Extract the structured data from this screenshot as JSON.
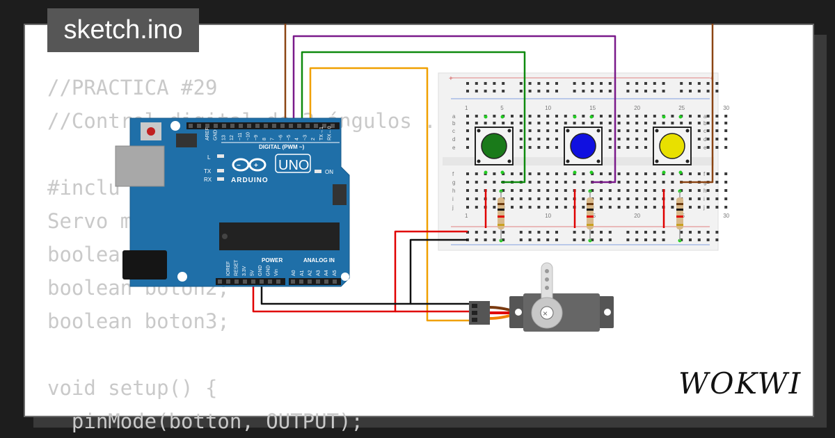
{
  "window": {
    "title": "sketch.ino",
    "brand": "WOKWI"
  },
  "code": {
    "lines": [
      "//PRACTICA #29",
      "//Control digital de 3 ángulos ... en servo",
      "",
      "#inclu",
      "Servo m",
      "boolea",
      "boolean boton2;",
      "boolean boton3;",
      "",
      "void setup() {",
      "  pinMode(botton, OUTPUT);"
    ]
  },
  "arduino": {
    "name": "UNO",
    "brand": "ARDUINO",
    "digital_header": "DIGITAL (PWM ~)",
    "power_header": "POWER",
    "analog_header": "ANALOG IN",
    "led_l": "L",
    "led_tx": "TX",
    "led_rx": "RX",
    "led_on": "ON",
    "digital_pins": [
      "AREF",
      "GND",
      "13",
      "12",
      "~11",
      "~10",
      "~9",
      "8",
      "7",
      "~6",
      "~5",
      "4",
      "~3",
      "2",
      "TX→1",
      "RX←0"
    ],
    "power_pins": [
      "IOREF",
      "RESET",
      "3.3V",
      "5V",
      "GND",
      "GND",
      "Vin"
    ],
    "analog_pins": [
      "A0",
      "A1",
      "A2",
      "A3",
      "A4",
      "A5"
    ]
  },
  "breadboard": {
    "row_letters_top": [
      "a",
      "b",
      "c",
      "d",
      "e"
    ],
    "row_letters_bottom": [
      "f",
      "g",
      "h",
      "i",
      "j"
    ],
    "col_numbers": [
      "1",
      "5",
      "10",
      "15",
      "20",
      "25",
      "30"
    ]
  },
  "buttons": [
    {
      "name": "green",
      "color": "#1a7a1a"
    },
    {
      "name": "blue",
      "color": "#1010e0"
    },
    {
      "name": "yellow",
      "color": "#e8e000"
    }
  ],
  "wires": {
    "brown": "#8b4513",
    "purple": "#7a1a8a",
    "green": "#0e8a0e",
    "orange": "#f0a000",
    "red": "#e00000",
    "black": "#111111"
  }
}
